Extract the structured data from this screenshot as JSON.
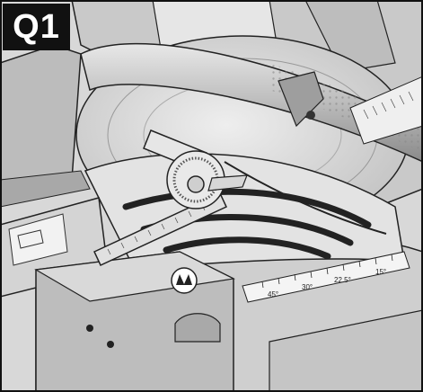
{
  "figure": {
    "label": "Q1",
    "scale_labels": [
      "45°",
      "30°",
      "22.5°",
      "15°"
    ]
  }
}
